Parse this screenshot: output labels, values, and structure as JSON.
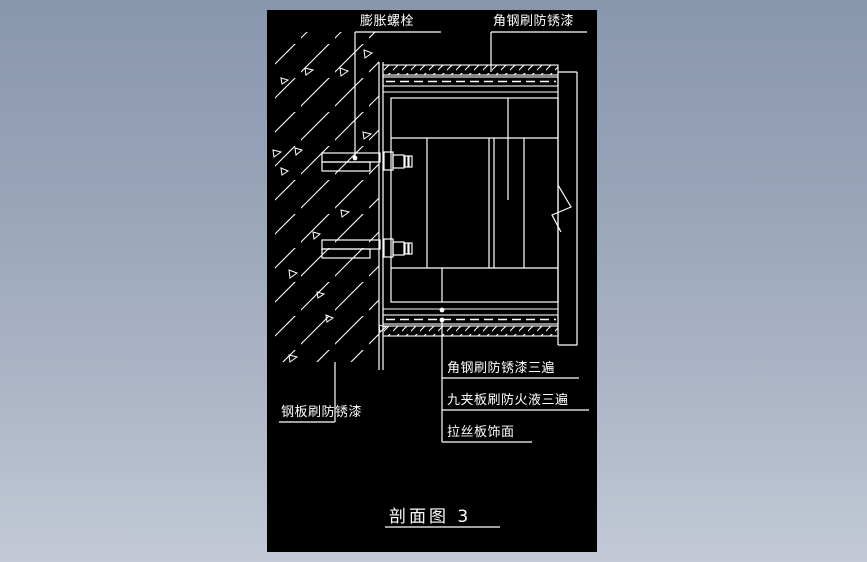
{
  "drawing": {
    "title": "剖面图 3",
    "background_color": "#000000",
    "line_color": "#ffffff",
    "app_background_top": "#8896ad",
    "app_background_bottom": "#c3c9d6",
    "type": "cad-section-detail"
  },
  "labels": {
    "top_left": "膨胀螺栓",
    "top_right": "角钢刷防锈漆",
    "bottom_left": "钢板刷防锈漆",
    "callouts": [
      "角钢刷防锈漆三遍",
      "九夹板刷防火液三遍",
      "拉丝板饰面"
    ]
  }
}
